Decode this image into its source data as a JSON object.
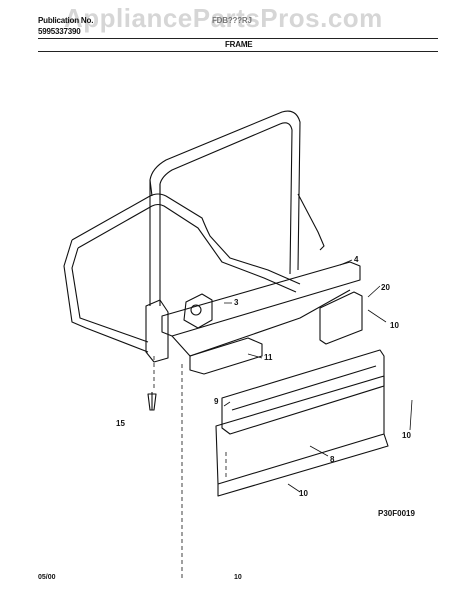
{
  "header": {
    "publication_label": "Publication No.",
    "publication_number": "5995337390",
    "model": "FDB???RJ",
    "section_title": "FRAME",
    "watermark": "AppliancePartsPros.com"
  },
  "diagram": {
    "callouts": [
      "3",
      "4",
      "20",
      "10",
      "11",
      "9",
      "8",
      "15",
      "10",
      "10"
    ],
    "drawing_code": "P30F0019"
  },
  "footer": {
    "date": "05/00",
    "page": "10"
  }
}
